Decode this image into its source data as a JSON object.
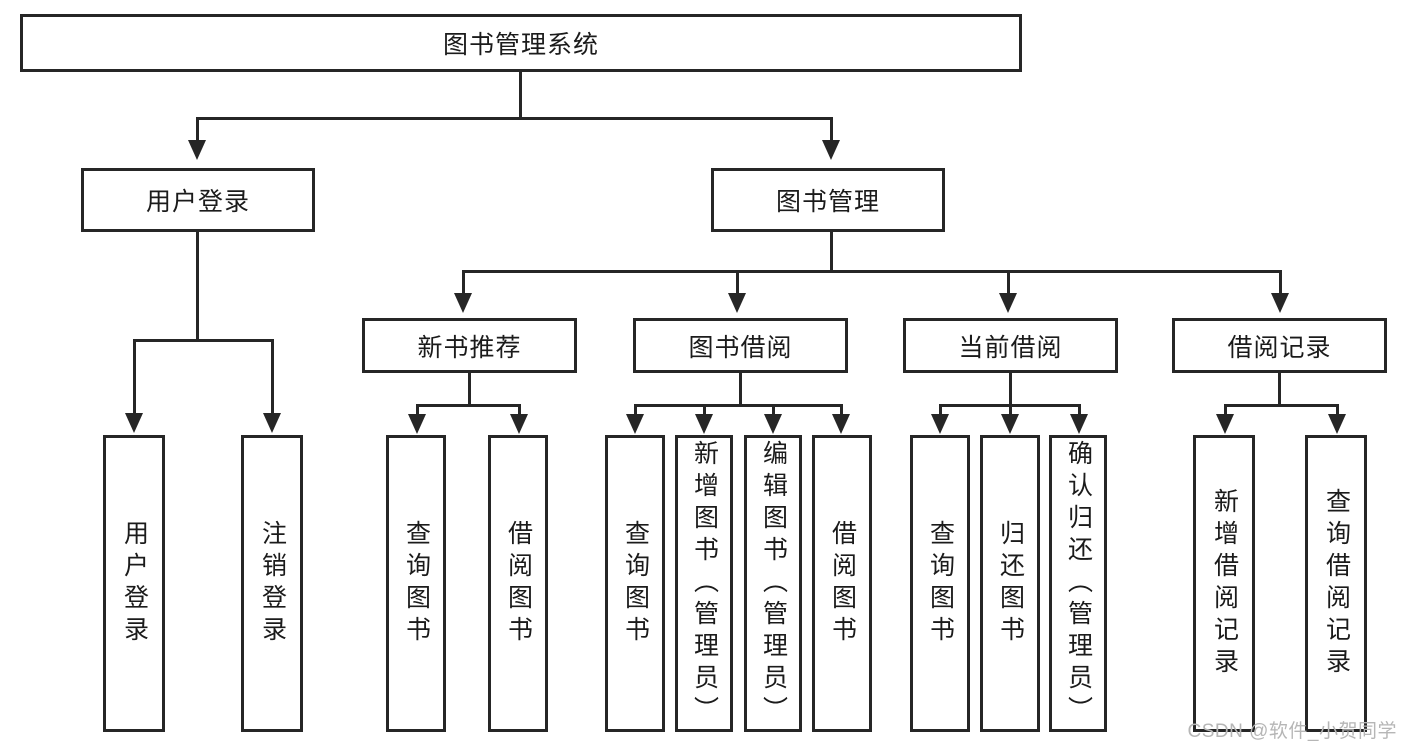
{
  "diagram": {
    "type": "tree-hierarchy",
    "root": {
      "label": "图书管理系统"
    },
    "level2": [
      {
        "label": "用户登录"
      },
      {
        "label": "图书管理"
      }
    ],
    "level3": [
      {
        "label": "新书推荐"
      },
      {
        "label": "图书借阅"
      },
      {
        "label": "当前借阅"
      },
      {
        "label": "借阅记录"
      }
    ],
    "leaves": {
      "user_login": [
        {
          "label": "用户登录"
        },
        {
          "label": "注销登录"
        }
      ],
      "new_book_recommend": [
        {
          "label": "查询图书"
        },
        {
          "label": "借阅图书"
        }
      ],
      "book_borrow": [
        {
          "label": "查询图书"
        },
        {
          "label": "新增图书（管理员）"
        },
        {
          "label": "编辑图书（管理员）"
        },
        {
          "label": "借阅图书"
        }
      ],
      "current_borrow": [
        {
          "label": "查询图书"
        },
        {
          "label": "归还图书"
        },
        {
          "label": "确认归还（管理员）"
        }
      ],
      "borrow_record": [
        {
          "label": "新增借阅记录"
        },
        {
          "label": "查询借阅记录"
        }
      ]
    }
  },
  "watermark": {
    "text": "CSDN @软件_小贺同学"
  },
  "colors": {
    "stroke": "#262626",
    "background": "#ffffff",
    "text": "#1b1b1b",
    "watermark": "#b6b6b6"
  }
}
